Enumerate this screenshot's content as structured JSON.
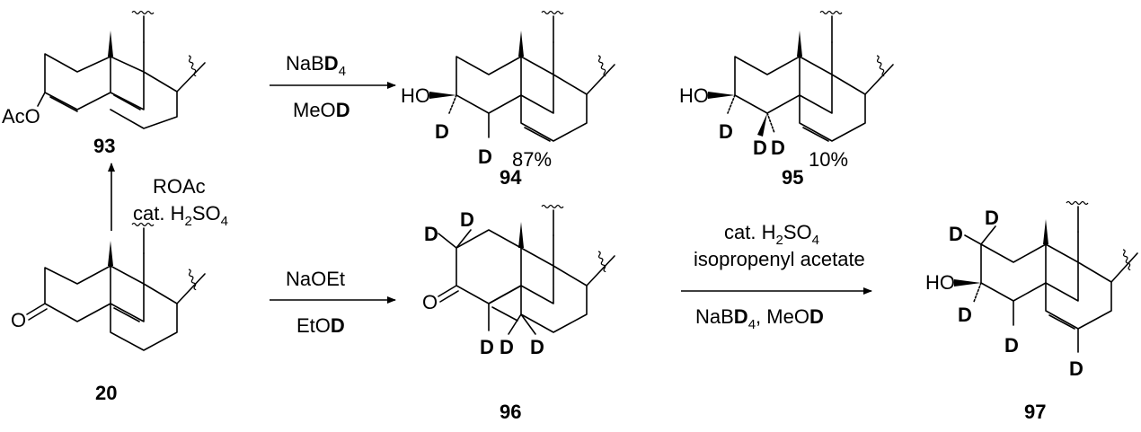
{
  "compounds": {
    "c93": {
      "label": "93",
      "substituent": "AcO"
    },
    "c94": {
      "label": "94",
      "yield": "87%",
      "oh": "HO",
      "d": "D"
    },
    "c95": {
      "label": "95",
      "yield": "10%",
      "oh": "HO",
      "d": "D"
    },
    "c20": {
      "label": "20",
      "o": "O"
    },
    "c96": {
      "label": "96",
      "o": "O",
      "d": "D"
    },
    "c97": {
      "label": "97",
      "oh": "HO",
      "d": "D"
    }
  },
  "reactions": {
    "r1": {
      "line1_pre": "NaB",
      "line1_bold": "D",
      "line1_sub": "4",
      "line2_pre": "MeO",
      "line2_bold": "D"
    },
    "r2": {
      "line1": "ROAc",
      "line2_pre": "cat. H",
      "line2_sub1": "2",
      "line2_mid": "SO",
      "line2_sub2": "4"
    },
    "r3": {
      "line1": "NaOEt",
      "line2_pre": "EtO",
      "line2_bold": "D"
    },
    "r4": {
      "line1_pre": "cat. H",
      "line1_sub1": "2",
      "line1_mid": "SO",
      "line1_sub2": "4",
      "line2": "isopropenyl acetate",
      "line3_pre": "NaB",
      "line3_bold1": "D",
      "line3_sub": "4",
      "line3_mid": ", MeO",
      "line3_bold2": "D"
    }
  }
}
